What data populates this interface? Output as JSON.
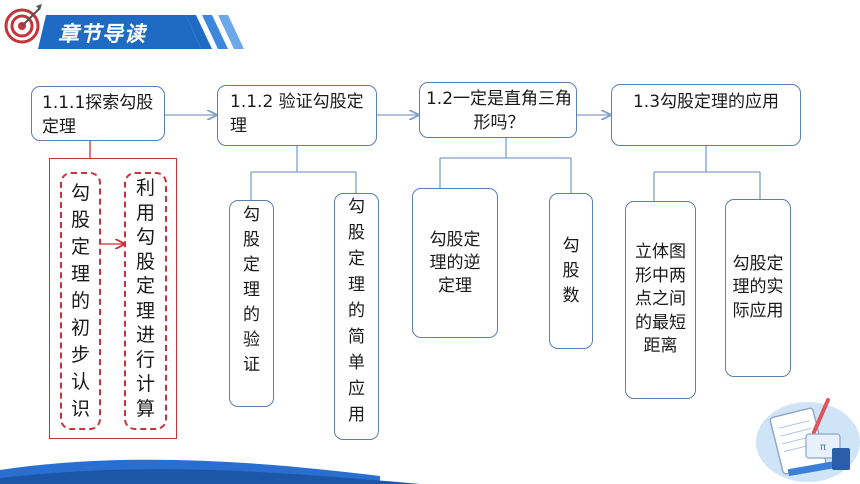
{
  "header": {
    "title": "章节导读"
  },
  "nodes": {
    "n111": "1.1.1探索勾股定理",
    "n112": "1.1.2 验证勾股定理",
    "n12": "1.2一定是直角三角形吗？",
    "n13": "1.3勾股定理的应用",
    "c_initial": "勾股定理的初步认识",
    "c_calc": "利用勾股定理进行计算",
    "c_verify": "勾股定理的验证",
    "c_simple": "勾股定理的简单应用",
    "c_converse": "勾股定理的逆定理",
    "c_numbers": "勾股数",
    "c_shortest": "立体图形中两点之间的最短距离",
    "c_practical": "勾股定理的实际应用"
  },
  "colors": {
    "box_border": "#5b7fae",
    "connector": "#7fa0c8",
    "red": "#c8323a",
    "header_blue": "#1f6bc4"
  }
}
